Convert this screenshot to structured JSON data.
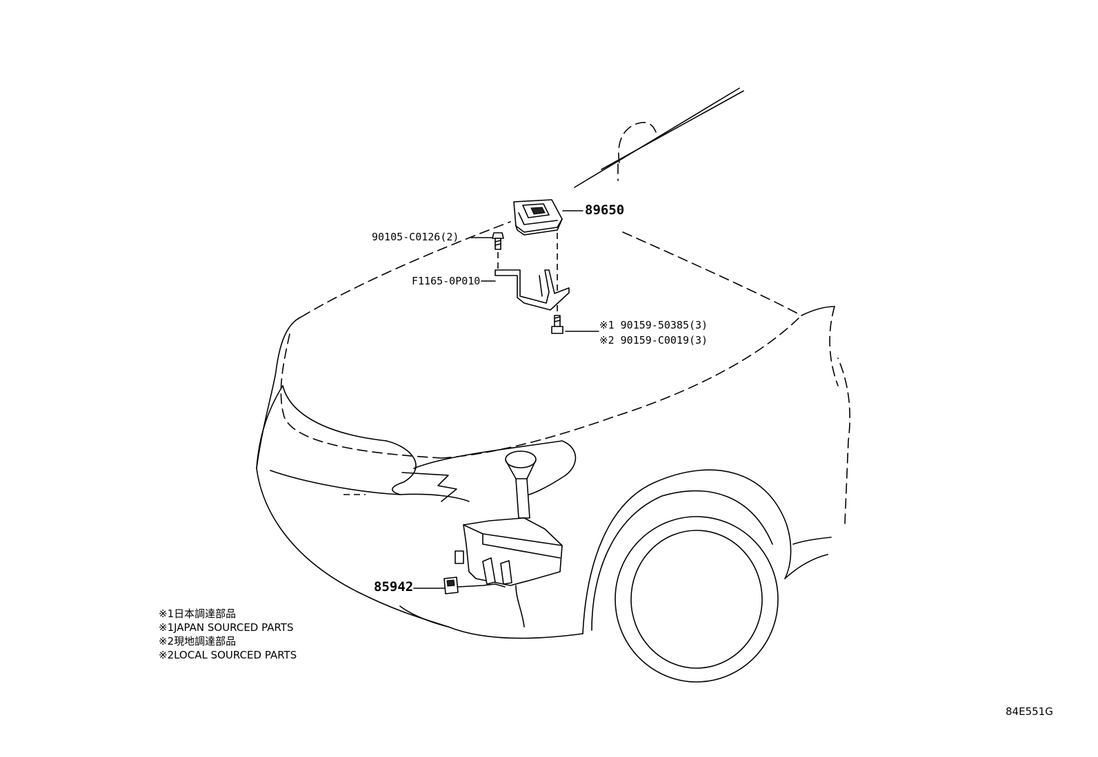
{
  "callouts": {
    "ecu": "89650",
    "bolt_upper": "90105-C0126(2)",
    "bracket": "F1165-0P010",
    "bolt_lower_1": "※1 90159-50385(3)",
    "bolt_lower_2": "※2 90159-C0019(3)",
    "sensor": "85942"
  },
  "notes": [
    "※1日本調達部品",
    "※1JAPAN SOURCED PARTS",
    "※2現地調達部品",
    "※2LOCAL SOURCED PARTS"
  ],
  "diagram_code": "84E551G"
}
